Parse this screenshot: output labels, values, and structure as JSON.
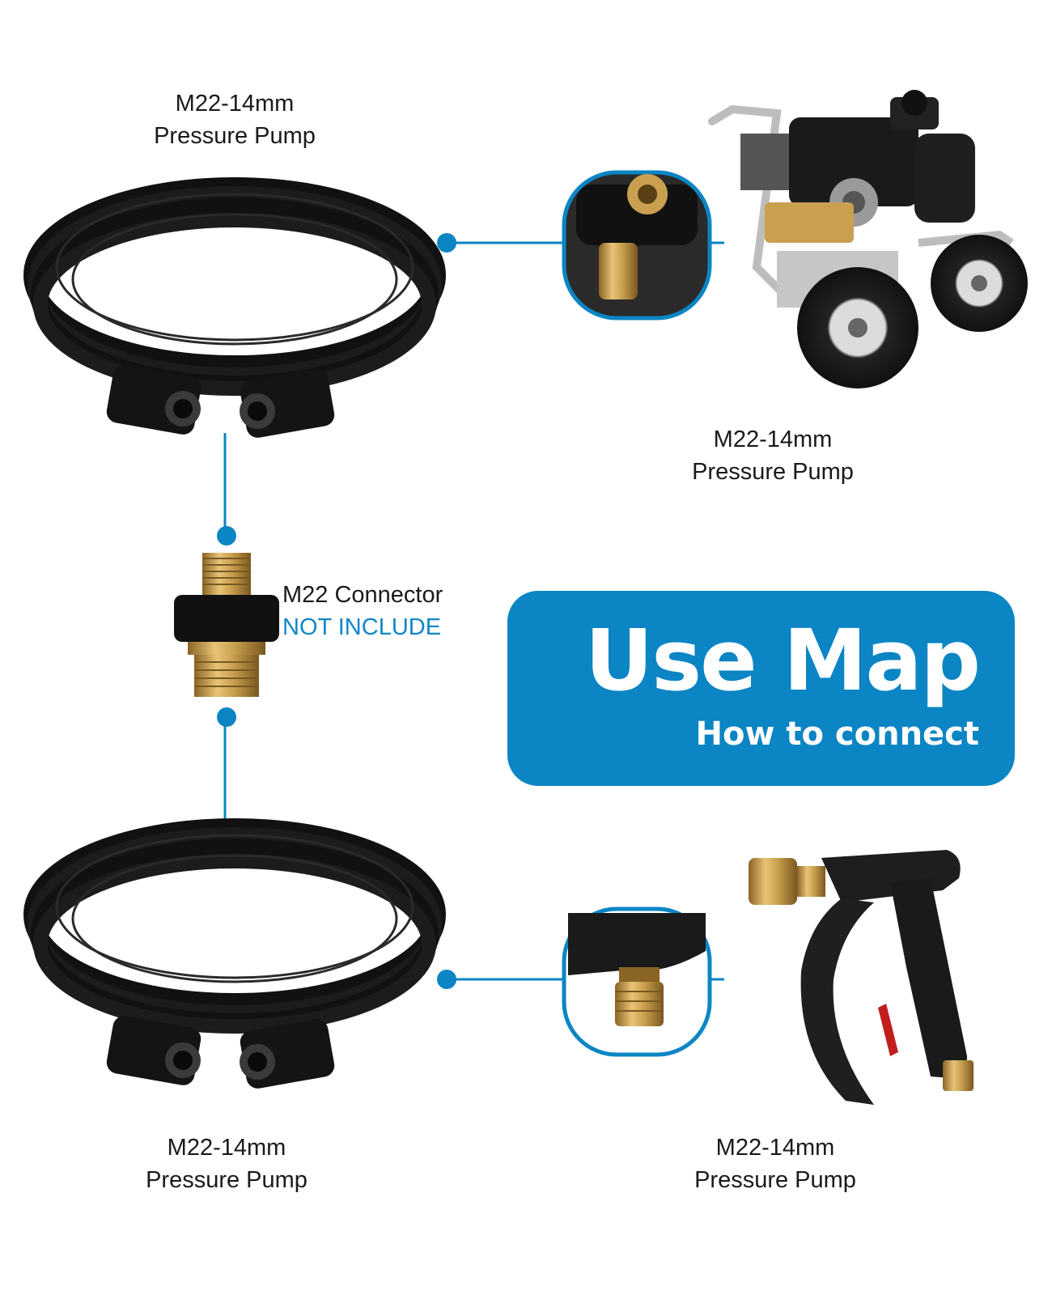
{
  "labels": {
    "top_left": {
      "line1": "M22-14mm",
      "line2": "Pressure Pump"
    },
    "top_right": {
      "line1": "M22-14mm",
      "line2": "Pressure Pump"
    },
    "bottom_left": {
      "line1": "M22-14mm",
      "line2": "Pressure Pump"
    },
    "bottom_right": {
      "line1": "M22-14mm",
      "line2": "Pressure Pump"
    }
  },
  "connector": {
    "name": "M22 Connector",
    "note": "NOT INCLUDE"
  },
  "banner": {
    "title": "Use Map",
    "subtitle": "How to connect"
  },
  "colors": {
    "accent": "#0b85c4",
    "note_text": "#1287c8",
    "brass": "#c9a04f",
    "hose": "#151515"
  }
}
